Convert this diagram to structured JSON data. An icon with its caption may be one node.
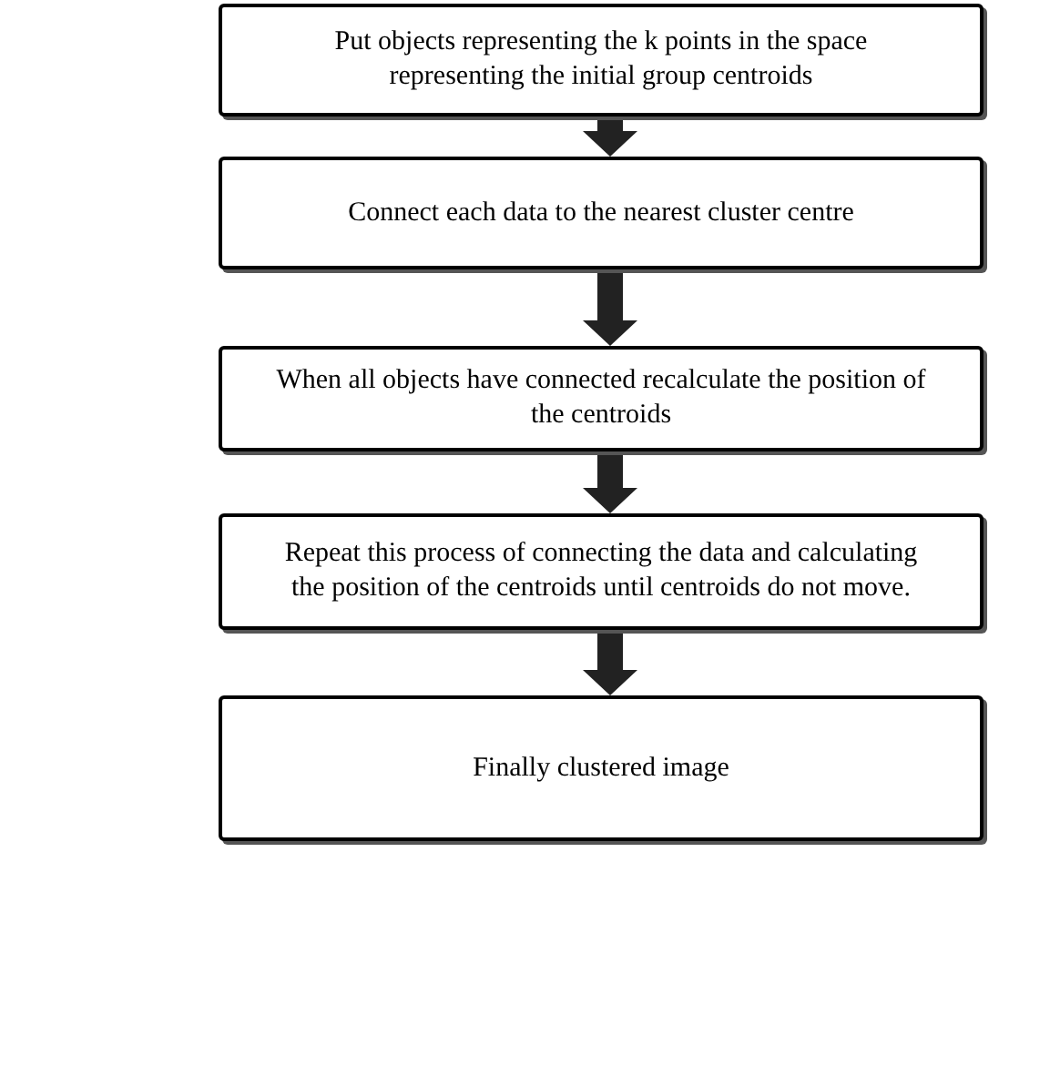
{
  "diagram": {
    "nodes": [
      {
        "text": [
          "Put objects representing the k points in the space representing the  initial group centroids"
        ]
      },
      {
        "text": [
          "Connect each data to the nearest cluster centre"
        ]
      },
      {
        "text": [
          "When all objects have connected recalculate the position of the centroids"
        ]
      },
      {
        "text": [
          "Repeat this process of  connecting the data  and calculating the  position of the centroids until  centroids do not move."
        ]
      },
      {
        "text": [
          "Finally  clustered image"
        ]
      }
    ],
    "edges": [
      {
        "from": 0,
        "to": 1,
        "arrow": "to"
      },
      {
        "from": 1,
        "to": 2,
        "arrow": "to"
      },
      {
        "from": 2,
        "to": 3,
        "arrow": "to"
      },
      {
        "from": 3,
        "to": 4,
        "arrow": "to"
      }
    ]
  }
}
